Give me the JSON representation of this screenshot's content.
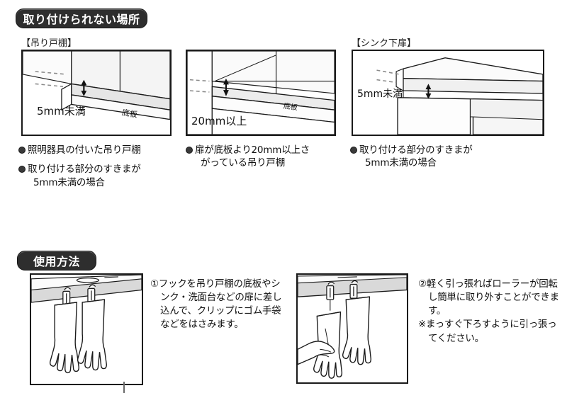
{
  "sections": {
    "restrictions": {
      "title": "取り付けられない場所",
      "group_labels": {
        "hanging_cabinet": "【吊り戸棚】",
        "under_sink_door": "【シンク下扉】"
      },
      "diagrams": [
        {
          "id": "hanging-cabinet-5mm",
          "gap_label": "5mm未満",
          "part_label": "底板",
          "captions": [
            {
              "line1": "照明器具の付いた吊り戸棚",
              "line2": ""
            },
            {
              "line1": "取り付ける部分のすきまが",
              "line2": "5mm未満の場合"
            }
          ]
        },
        {
          "id": "hanging-cabinet-20mm",
          "gap_label": "20mm以上",
          "part_label": "底板",
          "captions": [
            {
              "line1": "扉が底板より20mm以上さ",
              "line2": "がっている吊り戸棚"
            }
          ]
        },
        {
          "id": "under-sink-5mm",
          "gap_label": "5mm未満",
          "part_label": "",
          "captions": [
            {
              "line1": "取り付ける部分のすきまが",
              "line2": "5mm未満の場合"
            }
          ]
        }
      ]
    },
    "usage": {
      "title": "使用方法",
      "steps": [
        {
          "number": "①",
          "text": "①フックを吊り戸棚の底板やシンク・洗面台などの扉に差し込んで、クリップにゴム手袋などをはさみます。",
          "figure_name": "gloves-hanging-from-hooks"
        },
        {
          "number": "②",
          "text": "②軽く引っ張ればローラーが回転し簡単に取り外すことができます。",
          "note": "※まっすぐ下ろすように引っ張ってください。",
          "figure_name": "hand-pulling-glove-off-hook"
        }
      ]
    }
  },
  "colors": {
    "pill_background": "#2e2e2e",
    "pill_text": "#ffffff",
    "line": "#1a1a1a",
    "shade_light": "#f2f2f2",
    "shade_mid": "#e2e2e2",
    "shade_dark": "#cfcfcf",
    "text": "#111111"
  }
}
